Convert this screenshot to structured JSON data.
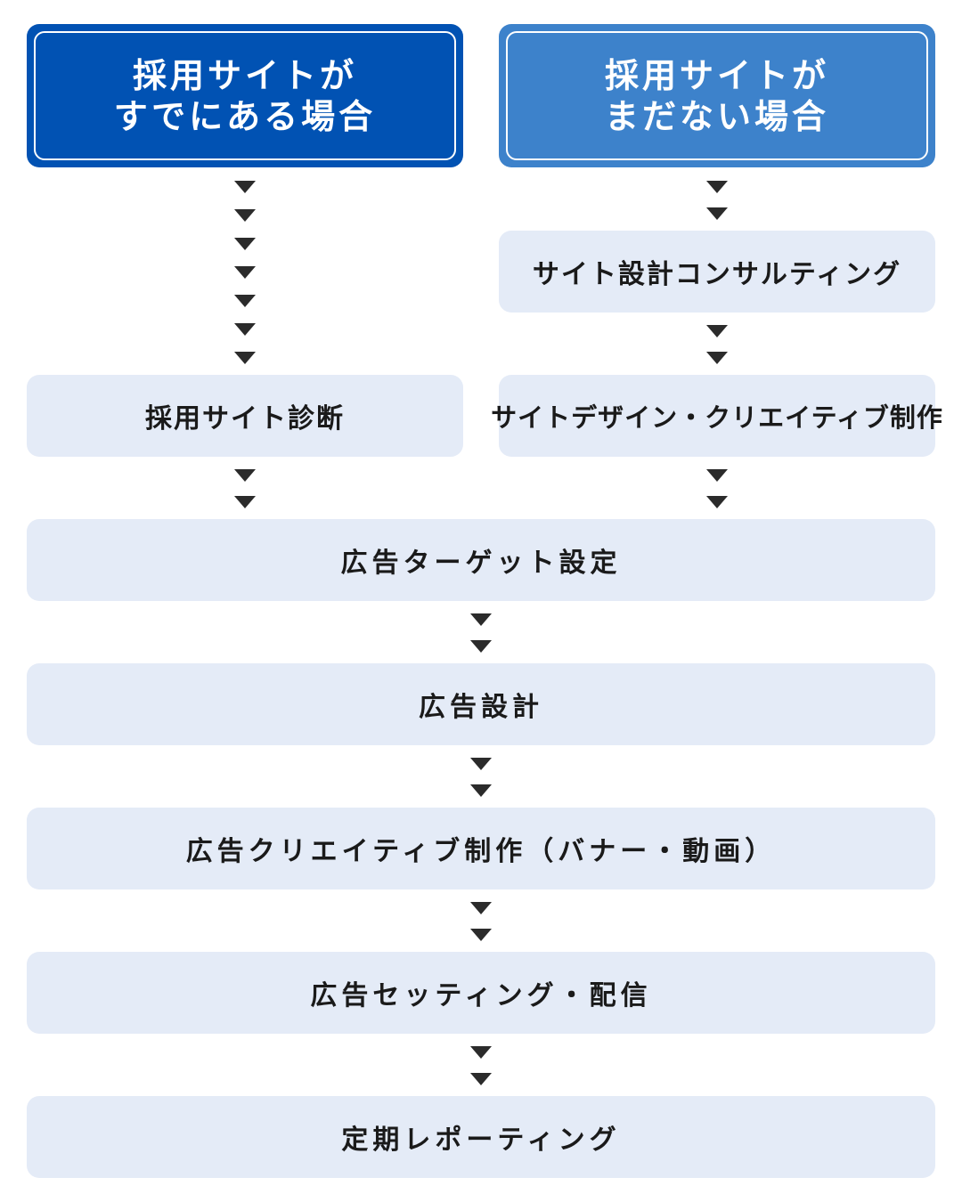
{
  "headers": {
    "left": {
      "line1": "採用サイトが",
      "line2": "すでにある場合"
    },
    "right": {
      "line1": "採用サイトが",
      "line2": "まだない場合"
    }
  },
  "steps": {
    "site_consulting": "サイト設計コンサルティング",
    "site_diagnosis": "採用サイト診断",
    "site_design": "サイトデザイン・クリエイティブ制作",
    "ad_target": "広告ターゲット設定",
    "ad_design": "広告設計",
    "ad_creative": "広告クリエイティブ制作（バナー・動画）",
    "ad_setting": "広告セッティング・配信",
    "reporting": "定期レポーティング"
  },
  "colors": {
    "left_header": "#0152b3",
    "right_header": "#3d82cb",
    "step_box": "#e4ebf7",
    "arrow": "#2b2b2b"
  }
}
